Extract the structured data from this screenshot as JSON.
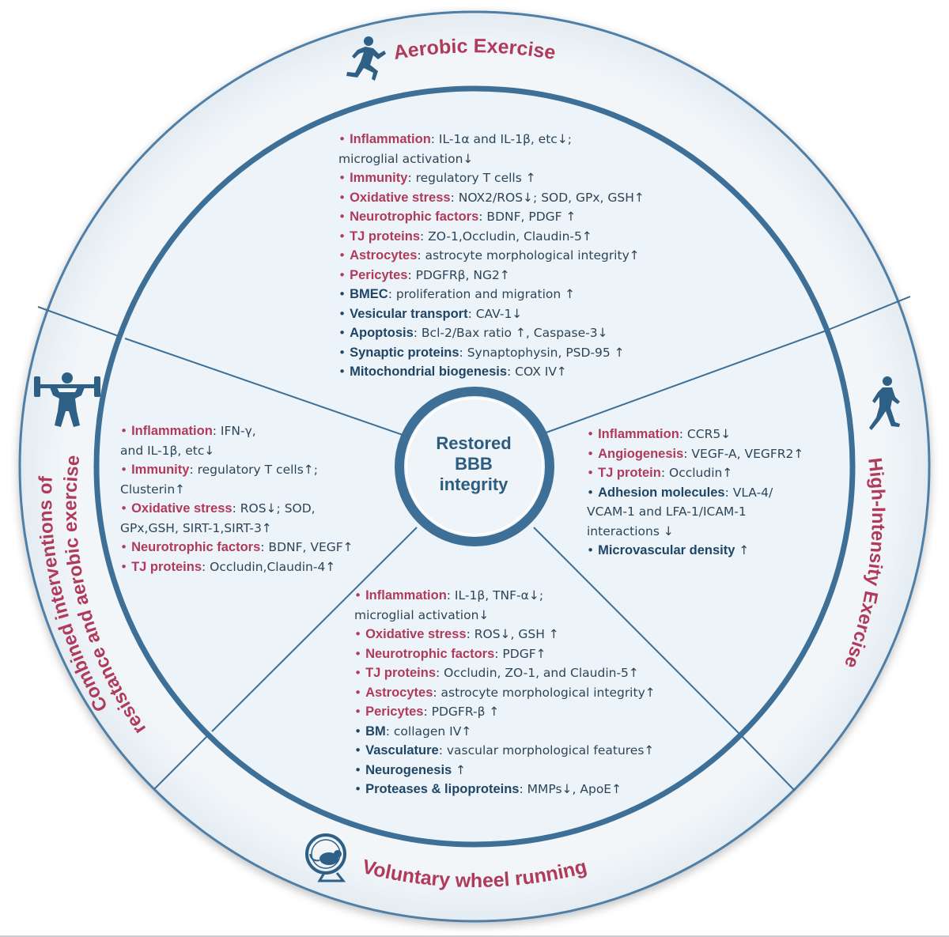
{
  "center": {
    "line1": "Restored",
    "line2": "BBB",
    "line3": "integrity"
  },
  "segment_titles": {
    "top": "Aerobic Exercise",
    "right": "High-Intensity Exercise",
    "bottom": "Voluntary wheel running",
    "left_line1": "Combined interventions of",
    "left_line2": "resistance and aerobic exercise"
  },
  "icons": {
    "top": "running-person-icon",
    "right": "sprinting-person-icon",
    "bottom": "mouse-in-running-wheel-icon",
    "left": "weightlifter-icon"
  },
  "colors": {
    "red_heading": "#b03a5b",
    "blue_heading": "#1f4566",
    "ring_border": "#3d6f97",
    "panel_fill": "#edf4f9",
    "center_text": "#2c5d80"
  },
  "bullet": "•",
  "aerobic": [
    {
      "head": "Inflammation",
      "desc": ": IL-1α and IL-1β, etc↓;",
      "cont": "microglial activation↓",
      "style": "red"
    },
    {
      "head": "Immunity",
      "desc": ": regulatory T cells ↑",
      "style": "red"
    },
    {
      "head": "Oxidative stress",
      "desc": ": NOX2/ROS↓; SOD, GPx, GSH↑",
      "style": "red"
    },
    {
      "head": "Neurotrophic factors",
      "desc": ": BDNF, PDGF ↑",
      "style": "red"
    },
    {
      "head": "TJ proteins",
      "desc": ": ZO-1,Occludin, Claudin-5↑",
      "style": "red"
    },
    {
      "head": "Astrocytes",
      "desc": ": astrocyte morphological integrity↑",
      "style": "red"
    },
    {
      "head": "Pericytes",
      "desc": ": PDGFRβ, NG2↑",
      "style": "red"
    },
    {
      "head": "BMEC",
      "desc": ": proliferation and migration ↑",
      "style": "blue"
    },
    {
      "head": "Vesicular transport",
      "desc": ": CAV-1↓",
      "style": "blue"
    },
    {
      "head": "Apoptosis",
      "desc": ": Bcl-2/Bax ratio ↑, Caspase-3↓",
      "style": "blue"
    },
    {
      "head": "Synaptic proteins",
      "desc": ": Synaptophysin, PSD-95 ↑",
      "style": "blue"
    },
    {
      "head": "Mitochondrial biogenesis",
      "desc": ":  COX IV↑",
      "style": "blue"
    }
  ],
  "combined": [
    {
      "head": "Inflammation",
      "desc": ": IFN-γ,",
      "cont": "and IL-1β, etc↓",
      "style": "red"
    },
    {
      "head": "Immunity",
      "desc": ": regulatory T cells↑;",
      "cont": "Clusterin↑",
      "style": "red"
    },
    {
      "head": "Oxidative stress",
      "desc": ": ROS↓; SOD,",
      "cont": "GPx,GSH, SIRT-1,SIRT-3↑",
      "style": "red"
    },
    {
      "head": "Neurotrophic factors",
      "desc": ": BDNF, VEGF↑",
      "style": "red"
    },
    {
      "head": "TJ proteins",
      "desc": ": Occludin,Claudin-4↑",
      "style": "red"
    }
  ],
  "high_intensity": [
    {
      "head": "Inflammation",
      "desc": ": CCR5↓",
      "style": "red"
    },
    {
      "head": "Angiogenesis",
      "desc": ": VEGF-A, VEGFR2↑",
      "style": "red"
    },
    {
      "head": "TJ protein",
      "desc": ": Occludin↑",
      "style": "red"
    },
    {
      "head": "Adhesion molecules",
      "desc": ": VLA-4/",
      "cont": "VCAM-1 and LFA-1/ICAM-1",
      "cont2": "interactions ↓",
      "style": "blue"
    },
    {
      "head": "Microvascular density",
      "desc": " ↑",
      "style": "blue"
    }
  ],
  "wheel": [
    {
      "head": "Inflammation",
      "desc": ": IL-1β, TNF-α↓;",
      "cont": "microglial activation↓",
      "style": "red"
    },
    {
      "head": "Oxidative stress",
      "desc": ": ROS↓, GSH ↑",
      "style": "red"
    },
    {
      "head": "Neurotrophic factors",
      "desc": ": PDGF↑",
      "style": "red"
    },
    {
      "head": "TJ proteins",
      "desc": ": Occludin, ZO-1, and Claudin-5↑",
      "style": "red"
    },
    {
      "head": "Astrocytes",
      "desc": ": astrocyte morphological integrity↑",
      "style": "red"
    },
    {
      "head": "Pericytes",
      "desc": ": PDGFR-β ↑",
      "style": "red"
    },
    {
      "head": "BM",
      "desc": ": collagen IV↑",
      "style": "blue"
    },
    {
      "head": "Vasculature",
      "desc": ": vascular morphological features↑",
      "style": "blue"
    },
    {
      "head": "Neurogenesis",
      "desc": " ↑",
      "style": "blue"
    },
    {
      "head": "Proteases & lipoproteins",
      "desc": ": MMPs↓, ApoE↑",
      "style": "blue"
    }
  ]
}
